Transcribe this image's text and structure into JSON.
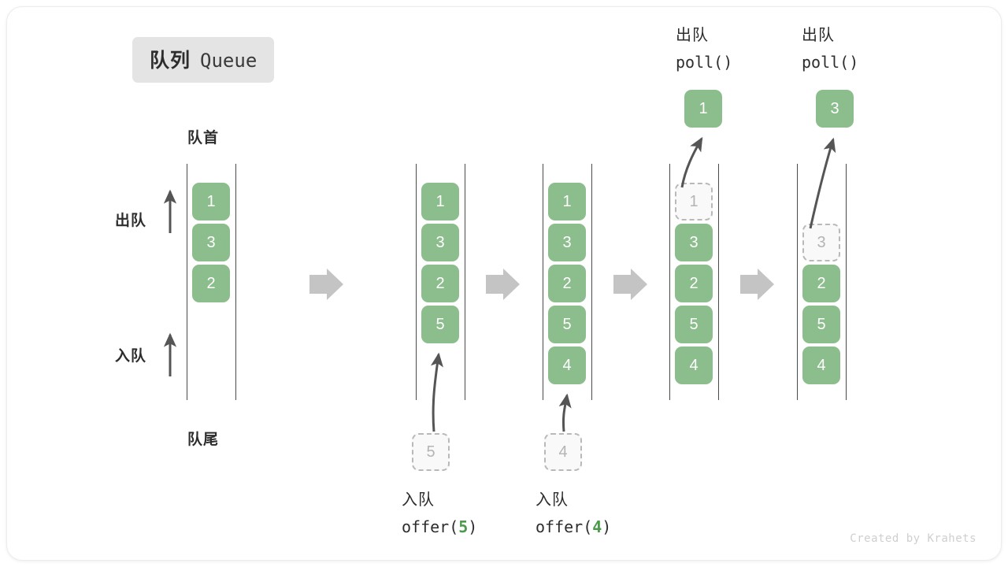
{
  "title": {
    "cn": "队列",
    "en": "Queue"
  },
  "labels": {
    "front": "队首",
    "rear": "队尾",
    "dequeue": "出队",
    "enqueue": "入队"
  },
  "watermark": "Created by Krahets",
  "colors": {
    "element": "#8cbd8c",
    "element_text": "#ffffff",
    "ghost_border": "#b9b9b9",
    "ghost_text": "#b4b4b4",
    "rail": "#4a4a4a",
    "flow_arrow": "#c4c4c4",
    "accent_number": "#4c9a4c",
    "badge_bg": "#e4e4e4"
  },
  "stages": [
    {
      "name": "initial-queue",
      "elements": [
        "1",
        "3",
        "2"
      ],
      "ghost": null,
      "popped": null,
      "caption": null
    },
    {
      "name": "after-offer-5",
      "elements": [
        "1",
        "3",
        "2",
        "5"
      ],
      "ghost": {
        "value": "5",
        "position": "below"
      },
      "popped": null,
      "caption": {
        "cn": "入队",
        "op": "offer(",
        "num": "5",
        "close": ")"
      }
    },
    {
      "name": "after-offer-4",
      "elements": [
        "1",
        "3",
        "2",
        "5",
        "4"
      ],
      "ghost": {
        "value": "4",
        "position": "below"
      },
      "popped": null,
      "caption": {
        "cn": "入队",
        "op": "offer(",
        "num": "4",
        "close": ")"
      }
    },
    {
      "name": "after-poll-1",
      "elements": [
        "3",
        "2",
        "5",
        "4"
      ],
      "ghost": {
        "value": "1",
        "position": "top"
      },
      "popped": {
        "value": "1"
      },
      "caption": {
        "cn": "出队",
        "op": "poll(",
        "num": "",
        "close": ")"
      }
    },
    {
      "name": "after-poll-3",
      "elements": [
        "2",
        "5",
        "4"
      ],
      "ghost": {
        "value": "3",
        "position": "top"
      },
      "popped": {
        "value": "3"
      },
      "caption": {
        "cn": "出队",
        "op": "poll(",
        "num": "",
        "close": ")"
      }
    }
  ]
}
